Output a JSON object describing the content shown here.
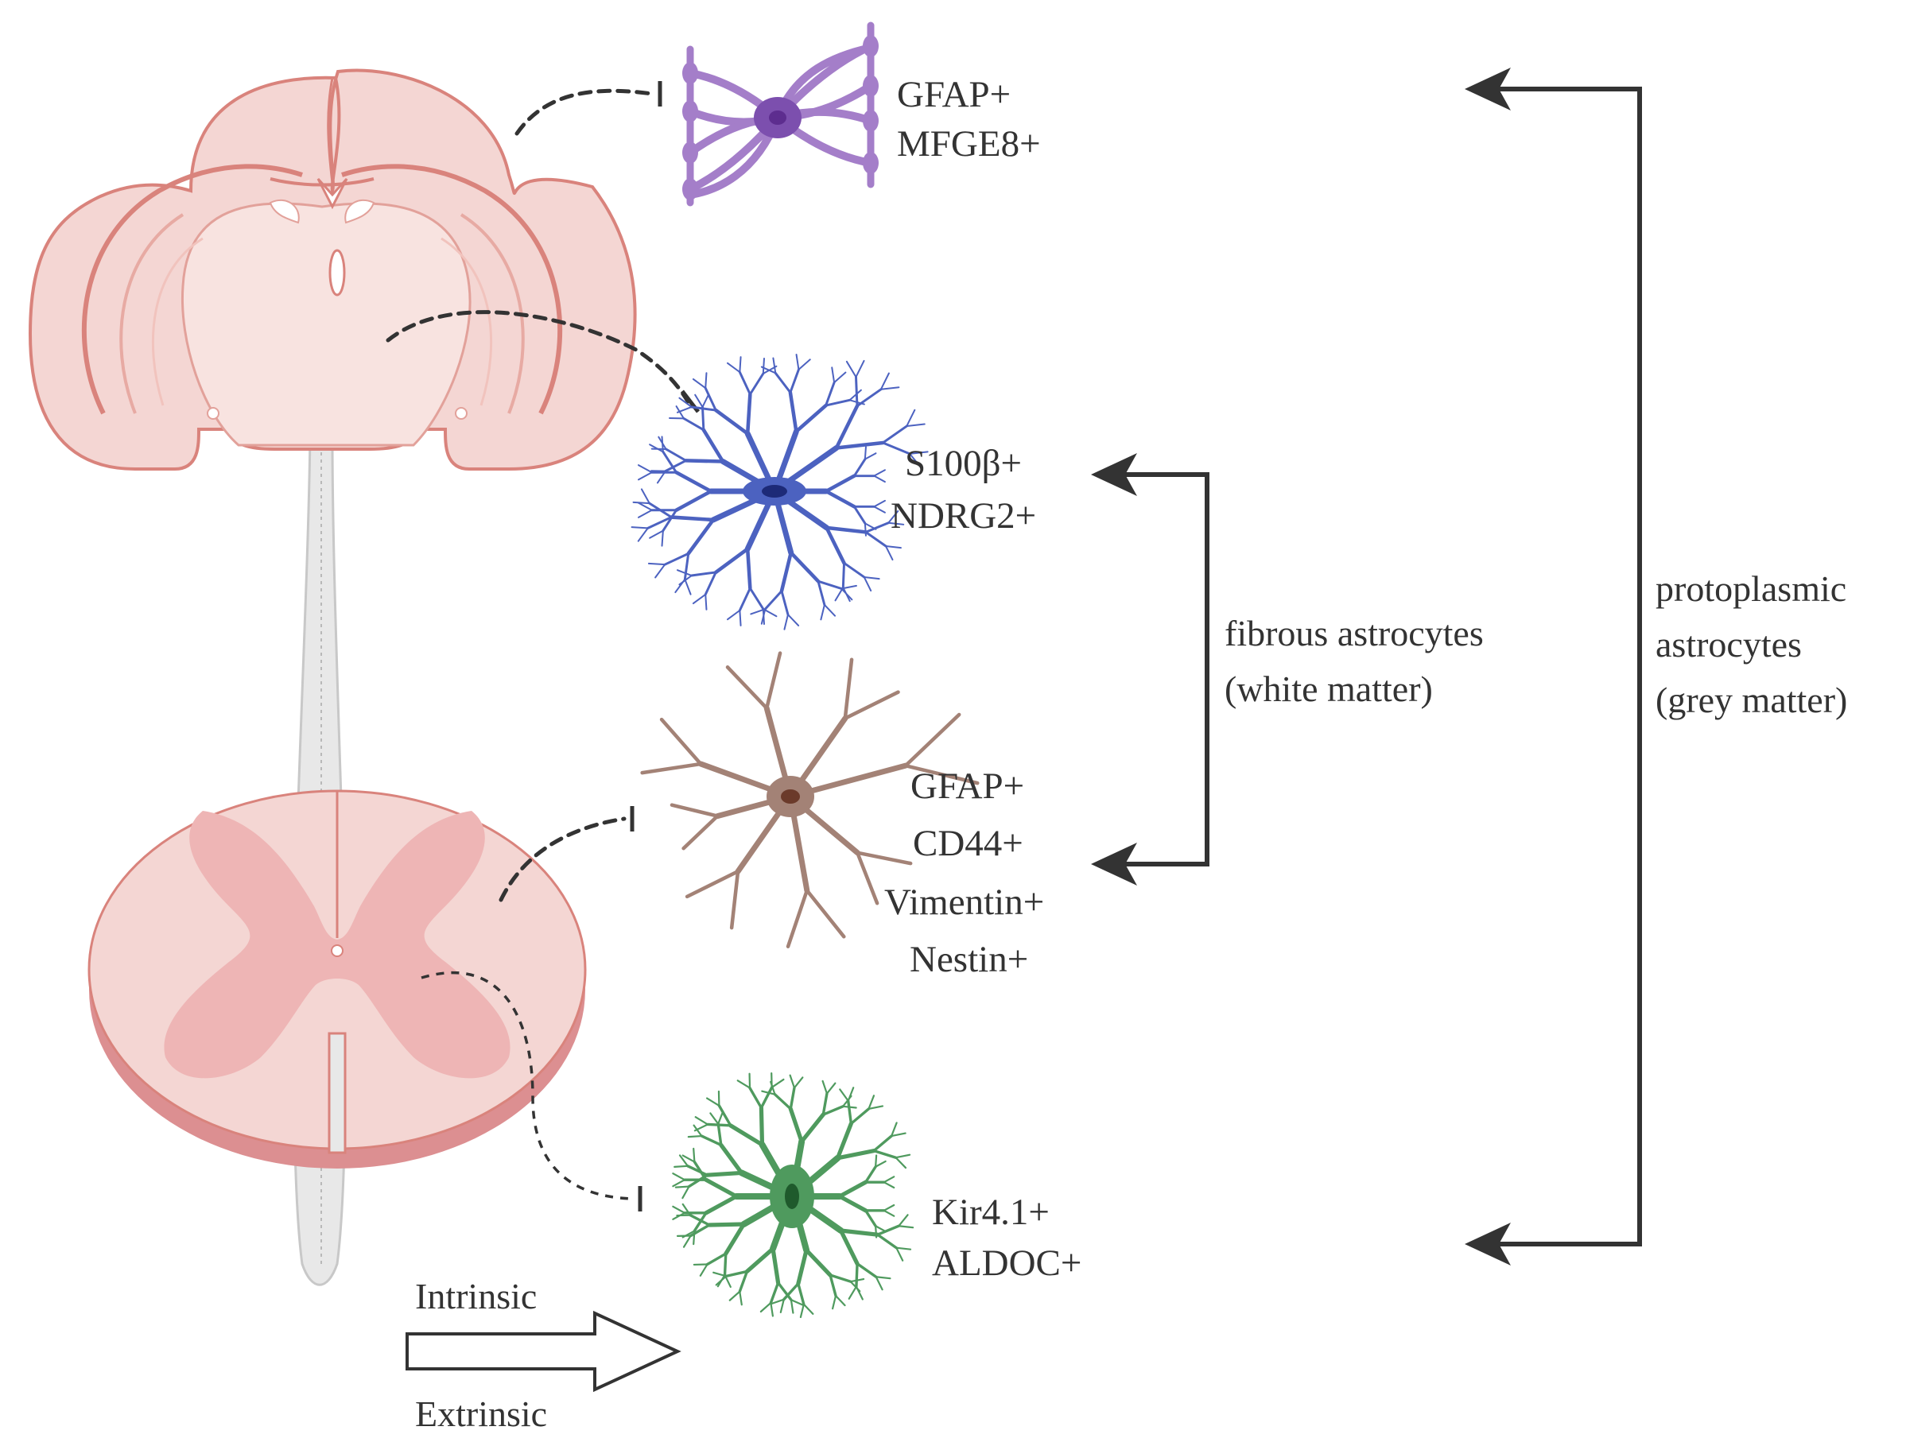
{
  "cells": {
    "purple": {
      "color": "#a47ec9",
      "dark": "#7c4fae",
      "nucleus": "#5d2d8f",
      "markers": [
        "GFAP+",
        "MFGE8+"
      ]
    },
    "blue": {
      "color": "#4c62c0",
      "dark": "#3346a6",
      "nucleus": "#1d2a78",
      "markers": [
        "S100β+",
        "NDRG2+"
      ]
    },
    "brown": {
      "color": "#a38276",
      "dark": "#8f6b5e",
      "nucleus": "#6b3a2a",
      "markers": [
        "GFAP+",
        "CD44+",
        "Vimentin+",
        "Nestin+"
      ]
    },
    "green": {
      "color": "#4f9a5e",
      "dark": "#3b8049",
      "nucleus": "#1f5a2c",
      "markers": [
        "Kir4.1+",
        "ALDOC+"
      ]
    }
  },
  "groups": {
    "fibrous": [
      "fibrous astrocytes",
      "(white matter)"
    ],
    "protoplasmic": [
      "protoplasmic",
      "astrocytes",
      "(grey matter)"
    ]
  },
  "axis": {
    "top_label": "Intrinsic",
    "bottom_label": "Extrinsic"
  },
  "colors": {
    "tissue_fill": "#f4d6d3",
    "tissue_inner": "#f8e3e0",
    "tissue_outline": "#d9837c",
    "grey_matter": "#eeb5b5",
    "spinal_rim": "#dc8f91",
    "cord": "#e8e8e8",
    "ink": "#333333"
  }
}
